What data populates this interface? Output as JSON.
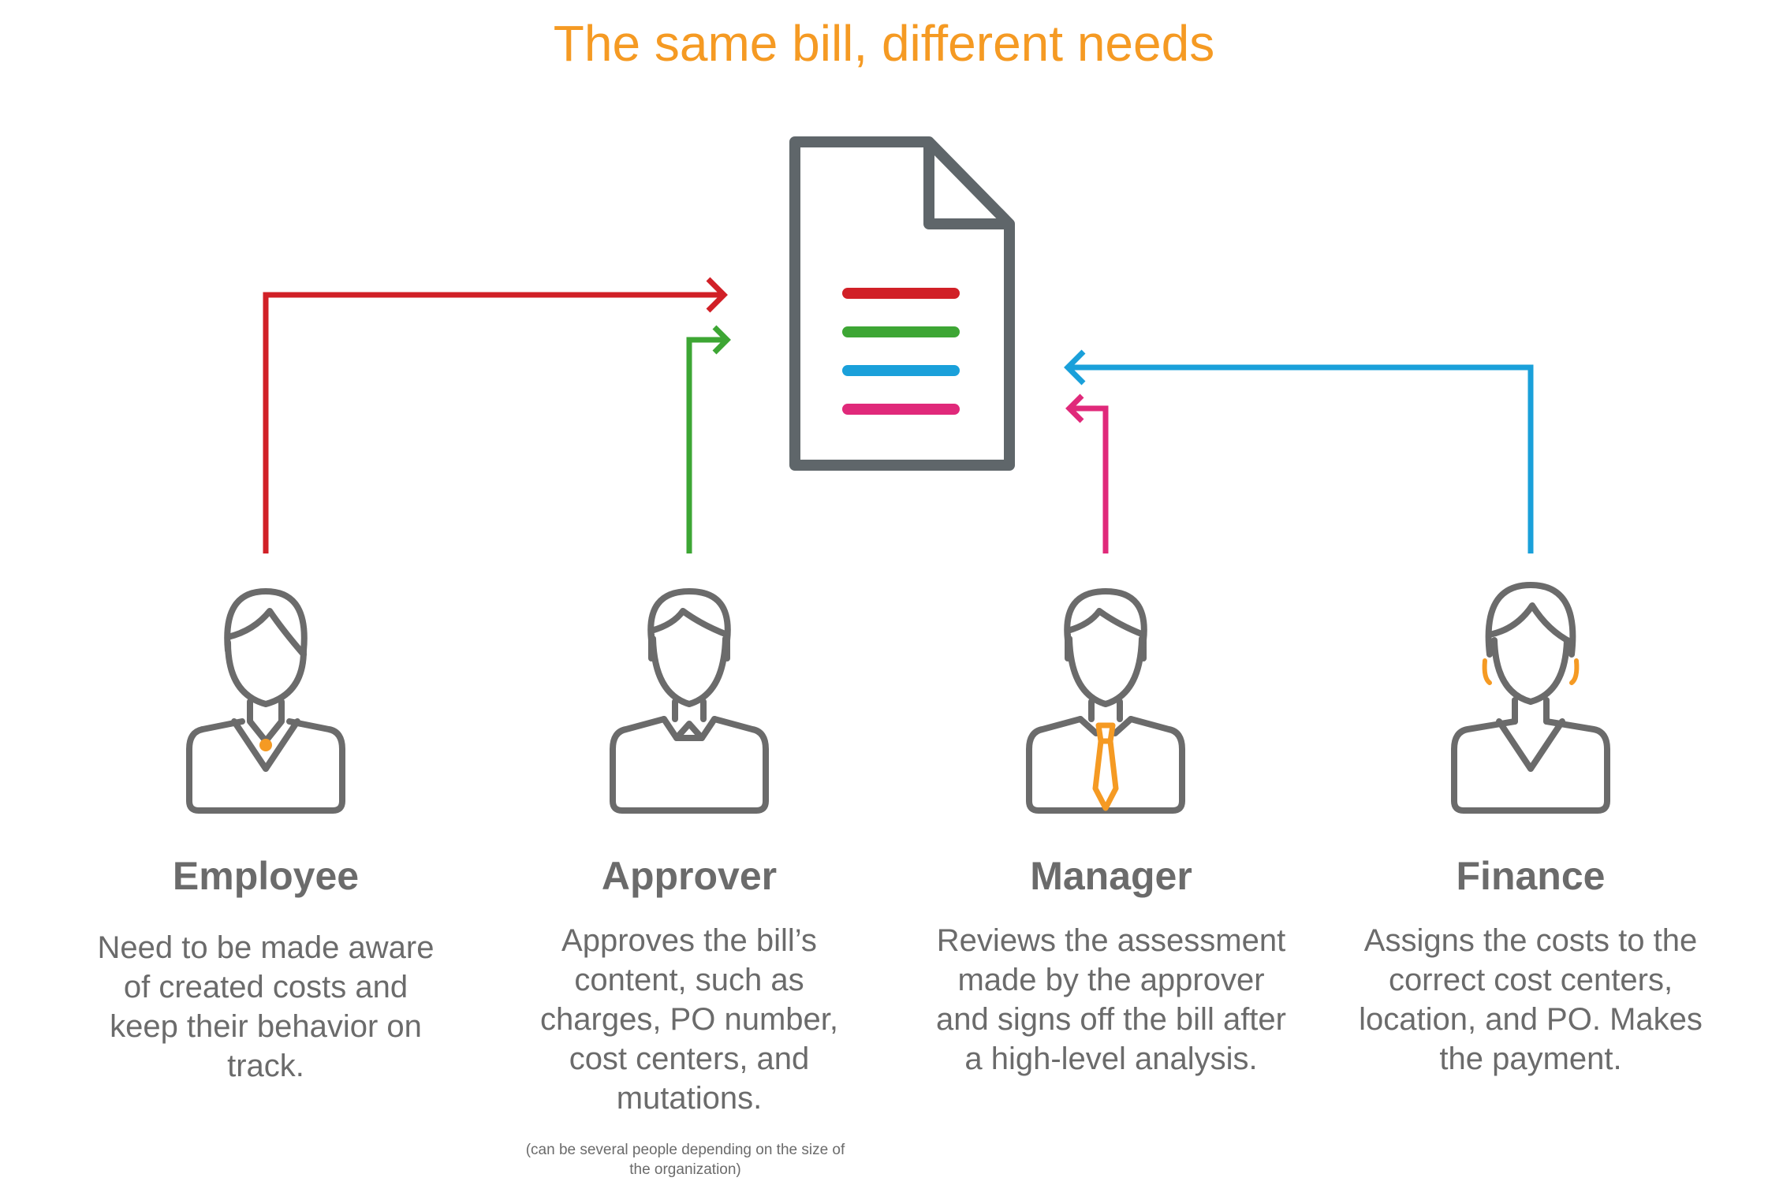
{
  "title": "The same bill, different needs",
  "colors": {
    "title": "#f59a23",
    "gray": "#5f666a",
    "person": "#6b6b6b",
    "red": "#d12027",
    "green": "#3da634",
    "blue": "#1aa0da",
    "magenta": "#e0297a",
    "accent_orange": "#f59a23"
  },
  "icons": {
    "document": "bill-document-icon",
    "employee": "woman-with-necklace-icon",
    "approver": "man-with-collar-icon",
    "manager": "man-with-tie-icon",
    "finance": "woman-with-earrings-icon"
  },
  "roles": [
    {
      "name": "Employee",
      "description": "Need to be made aware of created costs and keep their behavior on track.",
      "description_lines": [
        "Need to be made aware",
        "of created costs and",
        "keep their behavior on",
        "track."
      ],
      "arrow_color": "red"
    },
    {
      "name": "Approver",
      "description": "Approves the bill’s content, such as charges, PO number, cost centers, and mutations.",
      "description_lines": [
        "Approves the bill’s",
        "content, such as",
        "charges, PO number,",
        "cost centers, and",
        "mutations."
      ],
      "note_lines": [
        "(can be several people depending on the size of",
        "the organization)"
      ],
      "arrow_color": "green"
    },
    {
      "name": "Manager",
      "description": "Reviews the assessment made by the approver and signs off the bill after a high-level analysis.",
      "description_lines": [
        "Reviews the assessment",
        "made by the approver",
        "and signs off the bill after",
        "a high-level analysis."
      ],
      "arrow_color": "magenta"
    },
    {
      "name": "Finance",
      "description": "Assigns the costs to the correct cost centers, location, and PO. Makes the payment.",
      "description_lines": [
        "Assigns the costs to the",
        "correct cost centers,",
        "location, and PO. Makes",
        "the payment."
      ],
      "arrow_color": "blue"
    }
  ]
}
